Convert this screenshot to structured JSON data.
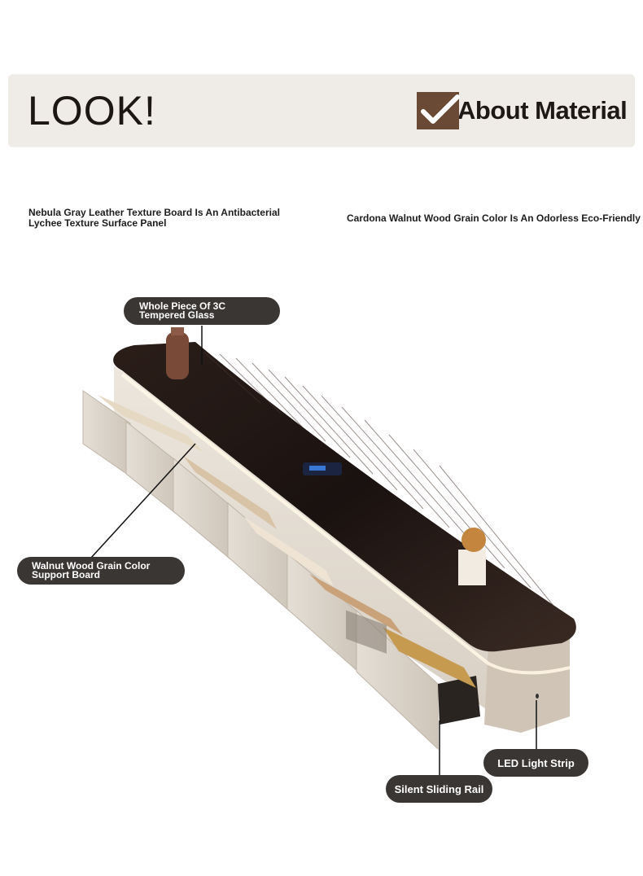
{
  "header": {
    "title": "LOOK!",
    "badge_label": "About Material",
    "badge_icon": "check-icon",
    "badge_color": "#6a4a35"
  },
  "descriptions": {
    "left": "Nebula Gray Leather Texture Board Is An Antibacterial Lychee Texture Surface Panel",
    "right": "Cardona Walnut Wood Grain Color Is An Odorless Eco-Friendly Board"
  },
  "callouts": {
    "glass_line1": "Whole Piece Of 3C",
    "glass_line2": "Tempered Glass",
    "wood_line1": "Walnut Wood Grain Color",
    "wood_line2": "Support Board",
    "led": "LED Light Strip",
    "rail": "Silent Sliding Rail"
  }
}
